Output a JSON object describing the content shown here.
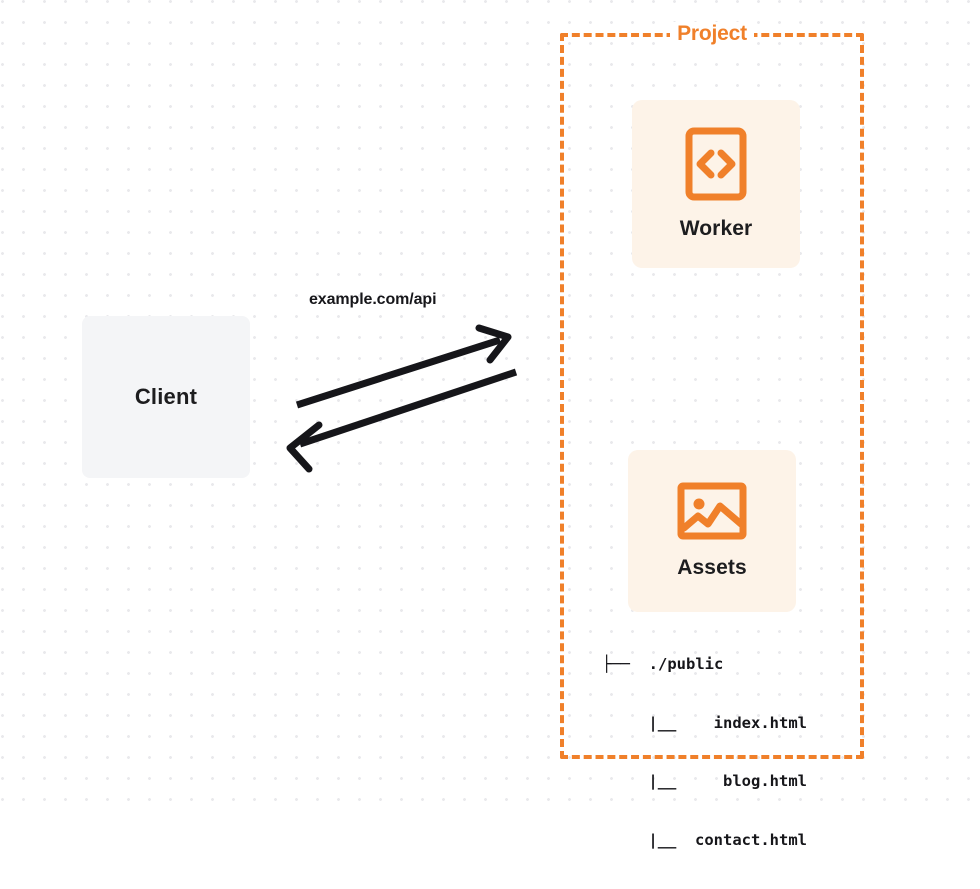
{
  "diagram": {
    "title": "Client to Project (Worker and Assets) request flow",
    "colors": {
      "accent_orange": "#f0802a",
      "card_background": "#fdf3e8",
      "client_background": "#f4f5f7",
      "text_dark": "#16161a",
      "grid_dot": "#e9e9ec"
    }
  },
  "client": {
    "label": "Client"
  },
  "edge": {
    "label": "example.com/api",
    "request_direction": "client-to-project",
    "response_direction": "project-to-client"
  },
  "project": {
    "title": "Project",
    "cards": [
      {
        "label": "Worker",
        "icon": "code-brackets-icon"
      },
      {
        "label": "Assets",
        "icon": "image-icon"
      }
    ]
  },
  "file_tree": {
    "root": "./public",
    "root_connector": "├──",
    "children": [
      {
        "connector": "|__",
        "name": "index.html"
      },
      {
        "connector": "|__",
        "name": "blog.html"
      },
      {
        "connector": "|__",
        "name": "contact.html"
      }
    ],
    "rows": [
      "├──  ./public",
      "|__    index.html",
      "|__     blog.html",
      "|__  contact.html"
    ]
  }
}
